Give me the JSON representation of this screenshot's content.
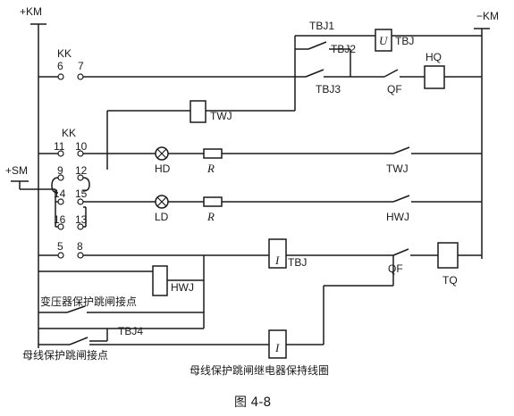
{
  "rails": {
    "plus_km": "+KM",
    "minus_km": "−KM",
    "plus_sm": "+SM"
  },
  "switch": {
    "kk_top": "KK",
    "kk_mid": "KK"
  },
  "pins": {
    "p6": "6",
    "p7": "7",
    "p11": "11",
    "p10": "10",
    "p9": "9",
    "p12": "12",
    "p14": "14",
    "p15": "15",
    "p16": "16",
    "p13": "13",
    "p5": "5",
    "p8": "8"
  },
  "components": {
    "tbj1": "TBJ1",
    "tbj2": "TBJ2",
    "tbj3": "TBJ3",
    "u_sym": "U",
    "tbj_u": "TBJ",
    "qf_top": "QF",
    "hq": "HQ",
    "twj_coil": "TWJ",
    "hd": "HD",
    "r1": "R",
    "twj_contact": "TWJ",
    "ld": "LD",
    "r2": "R",
    "hwj_contact": "HWJ",
    "i_sym1": "I",
    "tbj_i": "TBJ",
    "qf_bottom": "QF",
    "tq": "TQ",
    "hwj_coil": "HWJ",
    "tbj4": "TBJ4",
    "i_sym2": "I"
  },
  "notes": {
    "transformer_trip": "变压器保护跳闸接点",
    "busbar_trip": "母线保护跳闸接点",
    "busbar_relay": "母线保护跳闸继电器保持线圈"
  },
  "caption": "图 4-8"
}
